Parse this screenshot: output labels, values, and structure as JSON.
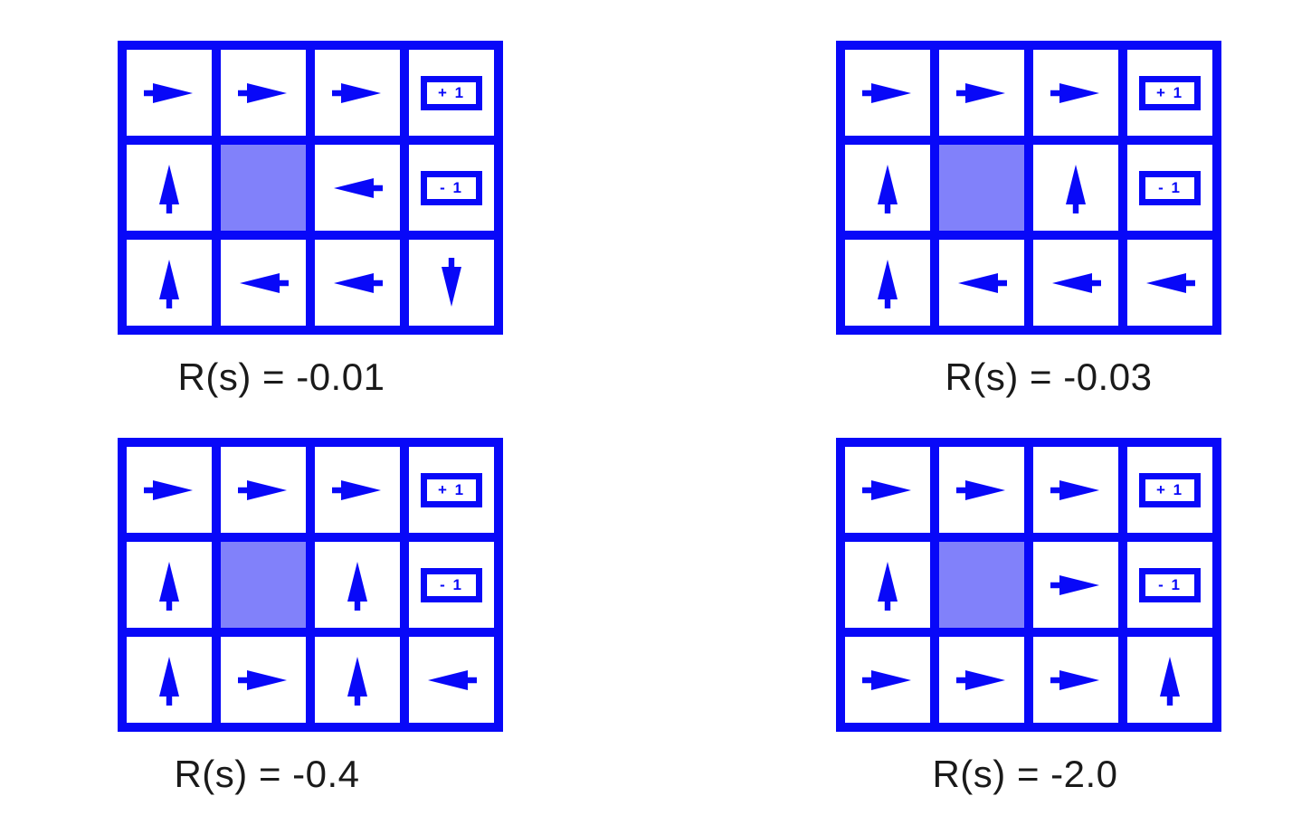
{
  "colors": {
    "grid_blue": "#0808f8",
    "wall_fill": "#8181fa",
    "cell_fill": "#ffffff",
    "caption_text": "#1a1a1a",
    "background": "#ffffff"
  },
  "terminal_labels": {
    "plus": "+ 1",
    "minus": "- 1"
  },
  "grids": [
    {
      "caption": "R(s) = -0.01",
      "rows": 3,
      "cols": 4,
      "cells": [
        [
          "arrow-right",
          "arrow-right",
          "arrow-right",
          "terminal-plus"
        ],
        [
          "arrow-up",
          "wall",
          "arrow-left",
          "terminal-minus"
        ],
        [
          "arrow-up",
          "arrow-left",
          "arrow-left",
          "arrow-down"
        ]
      ]
    },
    {
      "caption": "R(s) = -0.03",
      "rows": 3,
      "cols": 4,
      "cells": [
        [
          "arrow-right",
          "arrow-right",
          "arrow-right",
          "terminal-plus"
        ],
        [
          "arrow-up",
          "wall",
          "arrow-up",
          "terminal-minus"
        ],
        [
          "arrow-up",
          "arrow-left",
          "arrow-left",
          "arrow-left"
        ]
      ]
    },
    {
      "caption": "R(s) = -0.4",
      "rows": 3,
      "cols": 4,
      "cells": [
        [
          "arrow-right",
          "arrow-right",
          "arrow-right",
          "terminal-plus"
        ],
        [
          "arrow-up",
          "wall",
          "arrow-up",
          "terminal-minus"
        ],
        [
          "arrow-up",
          "arrow-right",
          "arrow-up",
          "arrow-left"
        ]
      ]
    },
    {
      "caption": "R(s) = -2.0",
      "rows": 3,
      "cols": 4,
      "cells": [
        [
          "arrow-right",
          "arrow-right",
          "arrow-right",
          "terminal-plus"
        ],
        [
          "arrow-up",
          "wall",
          "arrow-right",
          "terminal-minus"
        ],
        [
          "arrow-right",
          "arrow-right",
          "arrow-right",
          "arrow-up"
        ]
      ]
    }
  ]
}
